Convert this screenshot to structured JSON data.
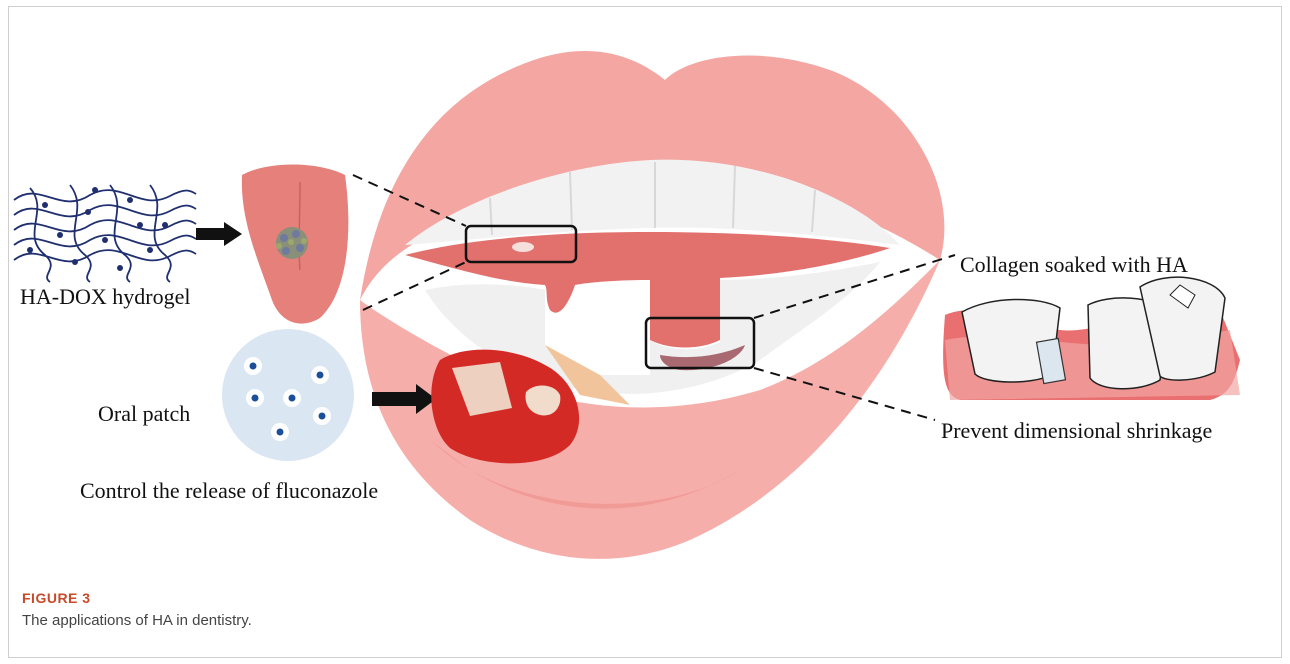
{
  "figure": {
    "label": "FIGURE 3",
    "caption": "The applications of HA in dentistry."
  },
  "labels": {
    "hydrogel": "HA-DOX hydrogel",
    "collagen": "Collagen soaked with HA",
    "oral_patch": "Oral patch",
    "shrinkage": "Prevent dimensional shrinkage",
    "fluconazole": "Control the release of fluconazole"
  },
  "colors": {
    "lip": "#f4a6a3",
    "lip_dark": "#ef8e8b",
    "gum": "#e2706d",
    "tooth": "#f2f2f2",
    "ulcer": "#d42a25",
    "caption_label": "#c94a2a"
  }
}
